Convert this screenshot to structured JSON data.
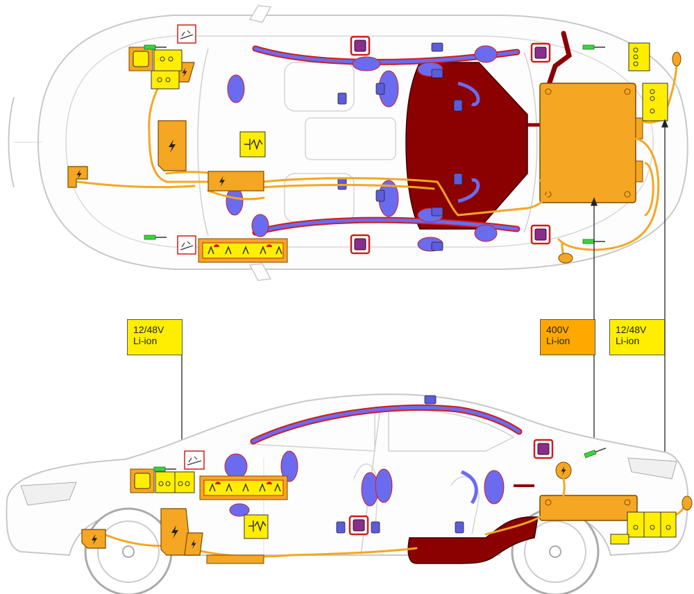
{
  "labels": {
    "battery_low_voltage_front": {
      "line1": "12/48V",
      "line2": "Li-ion"
    },
    "battery_high_voltage": {
      "line1": "400V",
      "line2": "Li-ion"
    },
    "battery_low_voltage_rear": {
      "line1": "12/48V",
      "line2": "Li-ion"
    }
  },
  "colors": {
    "car_outline": "#c8c8c8",
    "hv_cable": "#f5a623",
    "hv_component": "#f5a623",
    "lv_battery": "#ffee00",
    "airbag": "#6b6bf0",
    "airbag_outline": "#d01c1c",
    "fuel_tank": "#8b0000",
    "gas_strut": "#3cd23c",
    "sensor_purple": "#8b2d8b"
  },
  "icons": [
    "lightning-icon",
    "battery-cells-icon",
    "gas-generator-icon",
    "pretensioner-icon",
    "hood-lifter-icon",
    "airbag-icon"
  ]
}
